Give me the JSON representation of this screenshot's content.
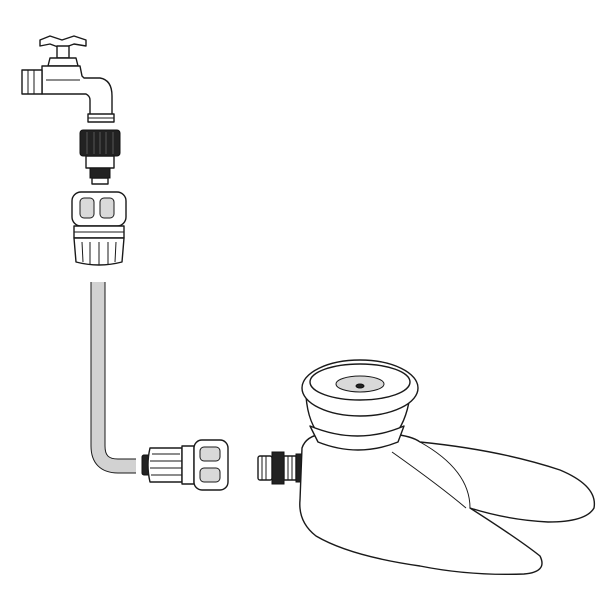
{
  "diagram": {
    "parts": [
      {
        "id": "tap",
        "icon": "outdoor-faucet-icon"
      },
      {
        "id": "tap-adapter",
        "icon": "threaded-tap-adapter-icon"
      },
      {
        "id": "hose-connector-top",
        "icon": "hose-quick-connector-icon"
      },
      {
        "id": "garden-hose",
        "icon": "garden-hose-icon"
      },
      {
        "id": "hose-connector-bottom",
        "icon": "hose-quick-connector-icon"
      },
      {
        "id": "sprinkler-inlet",
        "icon": "male-hose-fitting-icon"
      },
      {
        "id": "sprinkler-base",
        "icon": "sprinkler-base-icon"
      }
    ],
    "colors": {
      "outline": "#1a1a1a",
      "dark_part": "#222222",
      "hose": "#cccccc",
      "background": "#ffffff"
    }
  }
}
